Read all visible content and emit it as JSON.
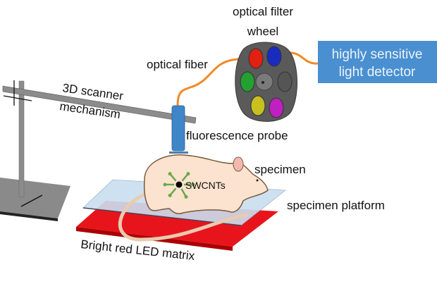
{
  "labels": {
    "filter_wheel_line1": "optical filter",
    "filter_wheel_line2": "wheel",
    "optical_fiber": "optical fiber",
    "scanner_line1": "3D scanner",
    "scanner_line2": "mechanism",
    "probe": "fluorescence probe",
    "specimen": "specimen",
    "swcnts": "SWCNTs",
    "platform": "specimen platform",
    "led": "Bright red LED matrix",
    "detector_line1": "highly sensitive",
    "detector_line2": "light detector"
  },
  "colors": {
    "detector": "#4a8fd0",
    "fiber": "#f08a2a",
    "led": "#e8141c",
    "platform": "#c9def0",
    "mouse": "#fbe3cf",
    "arrows": "#6aaa4a",
    "probe": "#3f86c8",
    "filters": [
      "#e02010",
      "#1a2cc0",
      "#22a030",
      "#555555",
      "#c8c020",
      "#c020c0"
    ]
  }
}
